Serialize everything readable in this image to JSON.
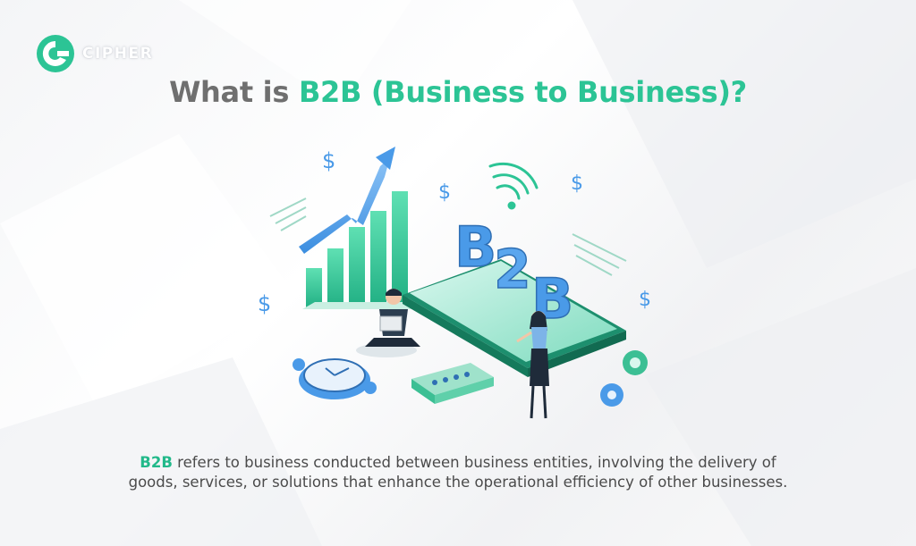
{
  "brand": {
    "name": "CIPHER"
  },
  "headline": {
    "prefix": "What is ",
    "highlight": "B2B (Business to Business)?"
  },
  "illustration": {
    "block_text": [
      "B",
      "2",
      "B"
    ],
    "currency_symbol": "$"
  },
  "description": {
    "highlight": "B2B",
    "line1_rest": " refers to business conducted between business entities, involving the delivery of",
    "line2": "goods, services, or solutions that enhance the operational efficiency of other businesses."
  },
  "colors": {
    "accent_green": "#2cc495",
    "accent_blue": "#4a9ae8",
    "title_gray": "#6f6f6f",
    "body_text": "#4b4b4b"
  }
}
